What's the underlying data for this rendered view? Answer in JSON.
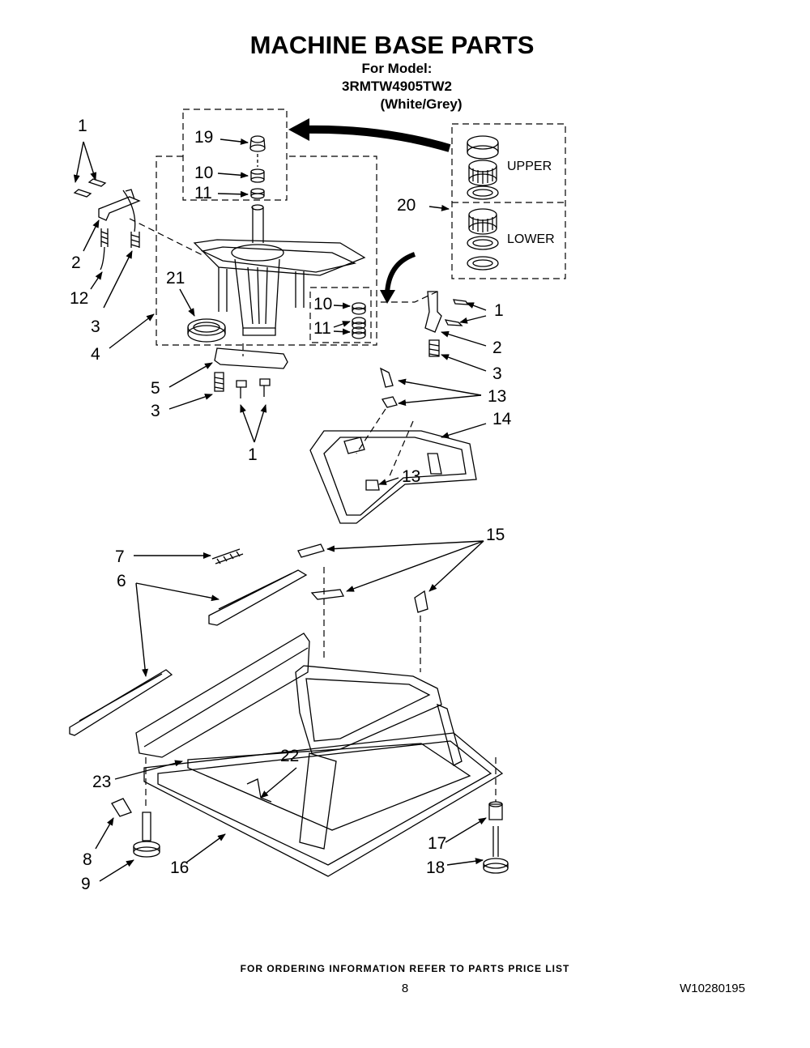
{
  "header": {
    "title": "MACHINE BASE PARTS",
    "model_line": "For Model: 3RMTW4905TW2",
    "color_line": "(White/Grey)"
  },
  "bearing_box": {
    "upper_label": "UPPER",
    "lower_label": "LOWER"
  },
  "callouts": {
    "c1a": "1",
    "c2a": "2",
    "c12": "12",
    "c3a": "3",
    "c4": "4",
    "c19": "19",
    "c10a": "10",
    "c11a": "11",
    "c20": "20",
    "c21": "21",
    "c10b": "10",
    "c11b": "11",
    "c1b": "1",
    "c2b": "2",
    "c3b": "3",
    "c5": "5",
    "c3c": "3",
    "c1c": "1",
    "c13a": "13",
    "c14": "14",
    "c13b": "13",
    "c7": "7",
    "c15": "15",
    "c6": "6",
    "c22": "22",
    "c23": "23",
    "c8": "8",
    "c9": "9",
    "c16": "16",
    "c17": "17",
    "c18": "18"
  },
  "footer": {
    "ordering_note": "FOR ORDERING INFORMATION REFER TO PARTS PRICE LIST",
    "page_number": "8",
    "document_number": "W10280195"
  }
}
